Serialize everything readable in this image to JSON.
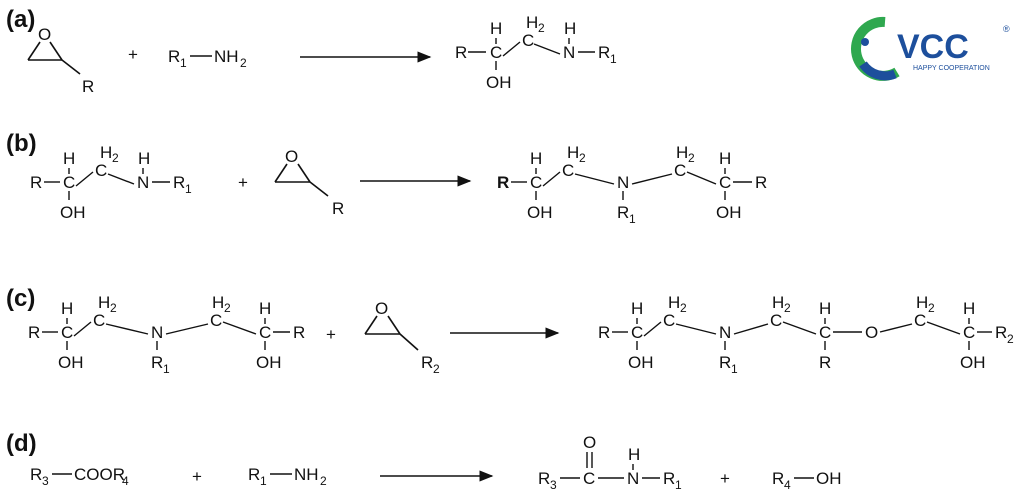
{
  "labels": {
    "a": "(a)",
    "b": "(b)",
    "c": "(c)",
    "d": "(d)"
  },
  "logo": {
    "text": "VCC",
    "registered": "®",
    "tagline": "HAPPY COOPERATION",
    "colors": {
      "green": "#2fa84f",
      "blue": "#1d4f9c"
    }
  },
  "atoms": {
    "R": "R",
    "O": "O",
    "N": "N",
    "H": "H",
    "C": "C",
    "OH": "OH",
    "plus": "+",
    "NH": "NH",
    "COOR": "COOR",
    "two": "2",
    "one": "1",
    "three": "3",
    "four": "4",
    "Rb1": "R",
    "Rb1sub": "1"
  }
}
